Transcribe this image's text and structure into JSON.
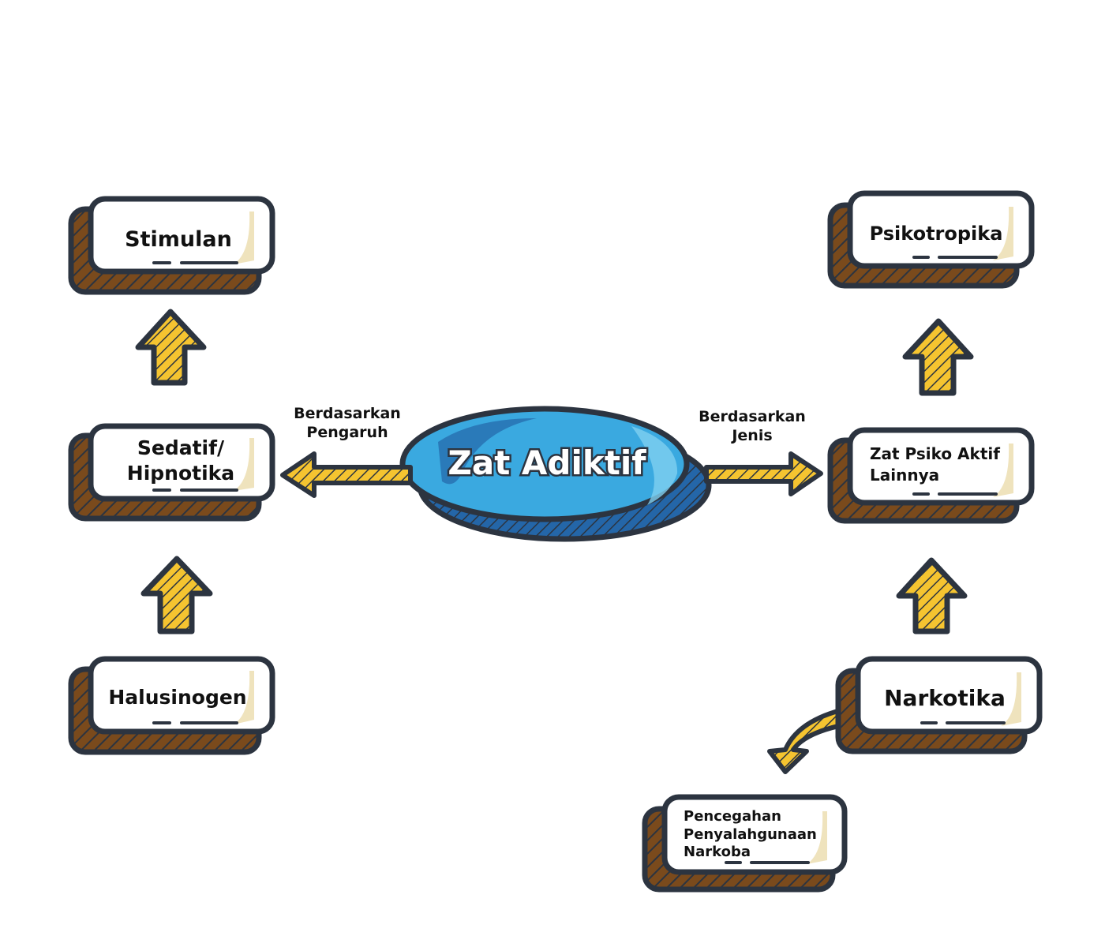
{
  "center": {
    "label": "Zat Adiktif"
  },
  "edge_labels": {
    "left": [
      "Berdasarkan",
      "Pengaruh"
    ],
    "right": [
      "Berdasarkan",
      "Jenis"
    ]
  },
  "cards": {
    "stimulan": [
      "Stimulan"
    ],
    "sedatif": [
      "Sedatif/",
      "Hipnotika"
    ],
    "halusinogen": [
      "Halusinogen"
    ],
    "psikotropika": [
      "Psikotropika"
    ],
    "zat_psiko": [
      "Zat Psiko Aktif",
      "Lainnya"
    ],
    "narkotika": [
      "Narkotika"
    ],
    "pencegahan": [
      "Pencegahan",
      "Penyalahgunaan",
      "Narkoba"
    ]
  },
  "colors": {
    "card_shadow": "#7a4a1c",
    "outline": "#2c3440",
    "cream": "#efe3bd",
    "arrow_yellow": "#f5c430",
    "center_blue": "#3aa9e0",
    "center_dark": "#2466a8"
  }
}
